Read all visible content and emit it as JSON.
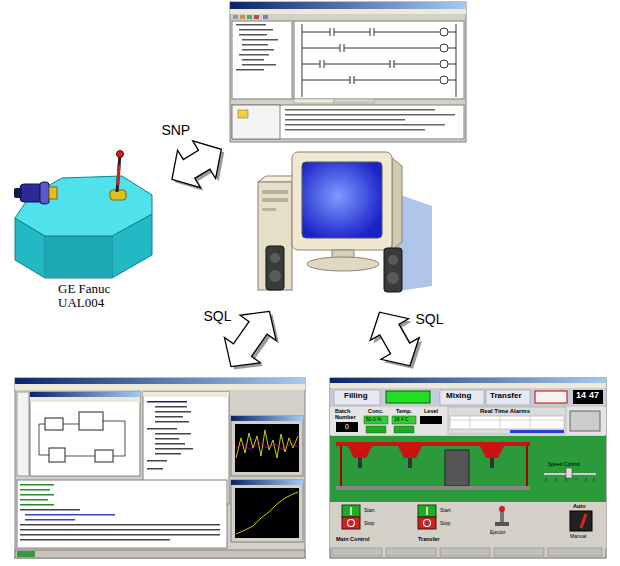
{
  "diagram": {
    "nodes": [
      {
        "text": []
      },
      {
        "text": [
          "GE Fanuc UAL004"
        ]
      },
      {
        "text": []
      },
      {
        "text": []
      },
      {
        "text": [
          "Filling",
          "Mixing",
          "Transfer",
          "14",
          "47",
          "Batch Number",
          "0",
          "Conc.",
          "60.0 %",
          "Temp.",
          "16.4 C",
          "Level",
          "Real Time Alarms",
          "Speed Control",
          "Start",
          "Stop",
          "Main Control",
          "Start",
          "Stop",
          "Transfer",
          "Ejector",
          "Auto",
          "Manual"
        ]
      }
    ],
    "edges": [
      {
        "from": 1,
        "to": 0,
        "label": "SNP",
        "arrow": "both"
      },
      {
        "from": 2,
        "to": 3,
        "label": "SQL",
        "arrow": "both"
      },
      {
        "from": 2,
        "to": 4,
        "label": "SQL",
        "arrow": "both"
      }
    ]
  }
}
